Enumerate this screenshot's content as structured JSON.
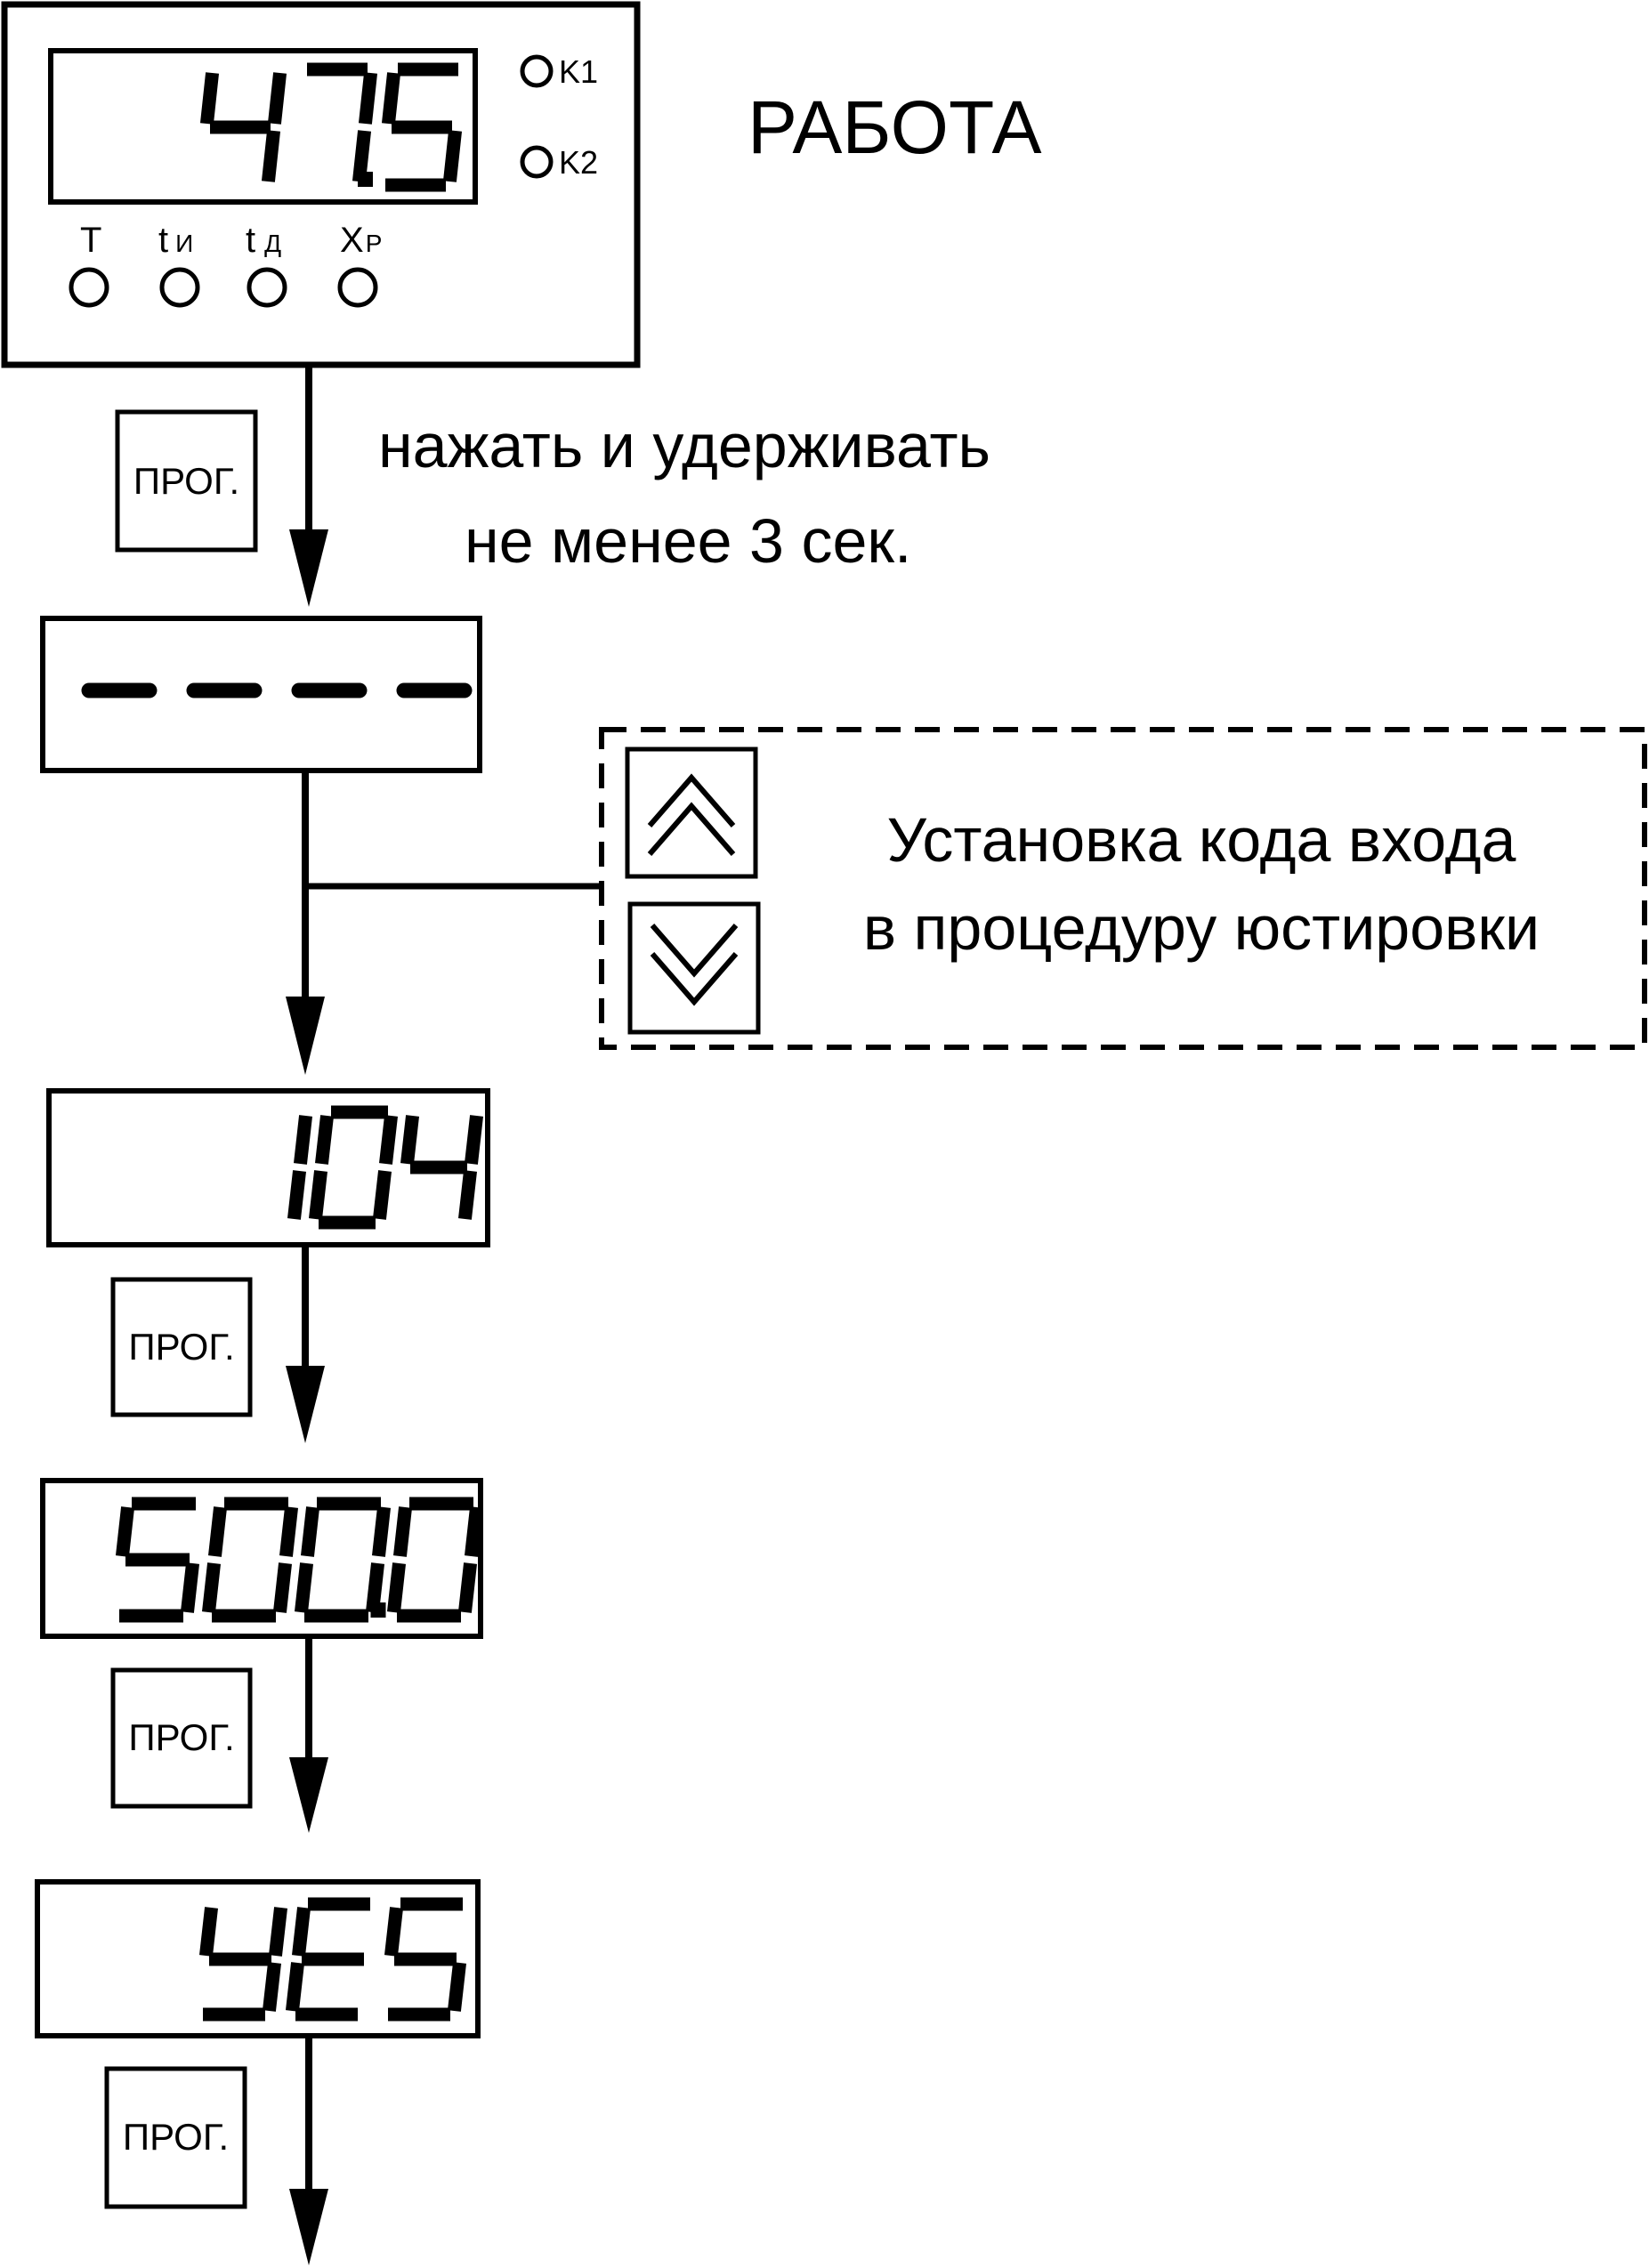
{
  "device": {
    "display_value": "47.5",
    "leds": {
      "k1": "K1",
      "k2": "K2"
    },
    "indicators": [
      {
        "main": "T",
        "sub": ""
      },
      {
        "main": "t",
        "sub": "И"
      },
      {
        "main": "t",
        "sub": "Д"
      },
      {
        "main": "X",
        "sub": "P"
      }
    ]
  },
  "mode_label": "РАБОТА",
  "hold_instruction": {
    "line1": "нажать и удерживать",
    "line2": "не менее 3 сек."
  },
  "prog_button_label": "ПРОГ.",
  "displays": {
    "code_entry": "----",
    "code_value": "104",
    "value_display": "500.0",
    "confirm": "YES"
  },
  "code_setup": {
    "line1": "Установка кода входа",
    "line2": "в процедуру юстировки"
  },
  "colors": {
    "ink": "#000000",
    "paper": "#ffffff"
  }
}
